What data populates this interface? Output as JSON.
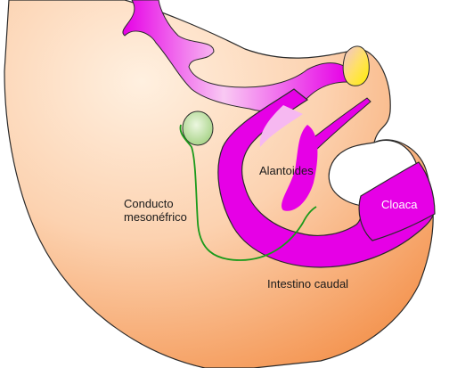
{
  "labels": {
    "conducto_line1": "Conducto",
    "conducto_line2": "mesonéfrico",
    "alantoides": "Alantoides",
    "cloaca": "Cloaca",
    "intestino": "Intestino caudal"
  },
  "colors": {
    "embryo_light": "#fde3cd",
    "embryo_dark": "#f49a5a",
    "gut": "#e600e6",
    "gut_light": "#f7b3f2",
    "yolk": "#ffee00",
    "duct_line": "#1a9a1a",
    "bud": "#b8dd98",
    "outline": "#2a2a2a"
  }
}
